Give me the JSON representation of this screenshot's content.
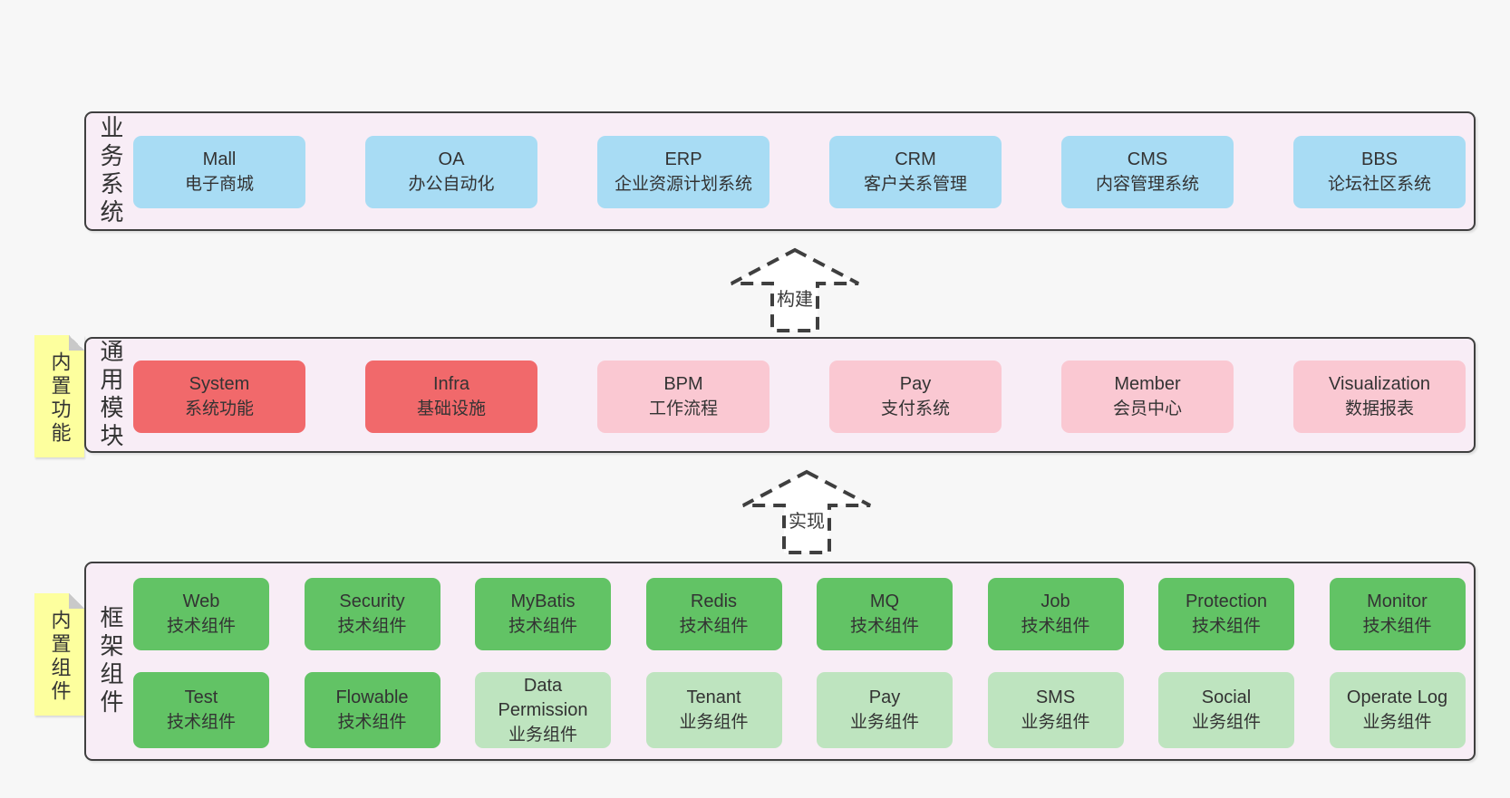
{
  "colors": {
    "pagebg": "#f7f7f7",
    "layerbg": "#f8edf6",
    "border": "#3f3f3f",
    "blue": "#a8dcf4",
    "red": "#f1696b",
    "pink": "#fac8d2",
    "green": "#62c365",
    "lightgreen": "#bee4bf",
    "note": "#fdff9e",
    "fold": "#c9c9c9"
  },
  "arrows": [
    {
      "label": "构建"
    },
    {
      "label": "实现"
    }
  ],
  "layers": [
    {
      "id": "business-systems",
      "label": "业务系统",
      "note": null,
      "rows": [
        [
          {
            "name": "Mall",
            "desc": "电子商城",
            "type": "blue"
          },
          {
            "name": "OA",
            "desc": "办公自动化",
            "type": "blue"
          },
          {
            "name": "ERP",
            "desc": "企业资源计划系统",
            "type": "blue"
          },
          {
            "name": "CRM",
            "desc": "客户关系管理",
            "type": "blue"
          },
          {
            "name": "CMS",
            "desc": "内容管理系统",
            "type": "blue"
          },
          {
            "name": "BBS",
            "desc": "论坛社区系统",
            "type": "blue"
          }
        ]
      ]
    },
    {
      "id": "common-modules",
      "label": "通用模块",
      "note": "内置功能",
      "rows": [
        [
          {
            "name": "System",
            "desc": "系统功能",
            "type": "red"
          },
          {
            "name": "Infra",
            "desc": "基础设施",
            "type": "red"
          },
          {
            "name": "BPM",
            "desc": "工作流程",
            "type": "pink"
          },
          {
            "name": "Pay",
            "desc": "支付系统",
            "type": "pink"
          },
          {
            "name": "Member",
            "desc": "会员中心",
            "type": "pink"
          },
          {
            "name": "Visualization",
            "desc": "数据报表",
            "type": "pink"
          }
        ]
      ]
    },
    {
      "id": "framework-components",
      "label": "框架组件",
      "note": "内置组件",
      "rows": [
        [
          {
            "name": "Web",
            "desc": "技术组件",
            "type": "green"
          },
          {
            "name": "Security",
            "desc": "技术组件",
            "type": "green"
          },
          {
            "name": "MyBatis",
            "desc": "技术组件",
            "type": "green"
          },
          {
            "name": "Redis",
            "desc": "技术组件",
            "type": "green"
          },
          {
            "name": "MQ",
            "desc": "技术组件",
            "type": "green"
          },
          {
            "name": "Job",
            "desc": "技术组件",
            "type": "green"
          },
          {
            "name": "Protection",
            "desc": "技术组件",
            "type": "green"
          },
          {
            "name": "Monitor",
            "desc": "技术组件",
            "type": "green"
          }
        ],
        [
          {
            "name": "Test",
            "desc": "技术组件",
            "type": "green"
          },
          {
            "name": "Flowable",
            "desc": "技术组件",
            "type": "green"
          },
          {
            "name": "Data Permission",
            "desc": "业务组件",
            "type": "lightgreen"
          },
          {
            "name": "Tenant",
            "desc": "业务组件",
            "type": "lightgreen"
          },
          {
            "name": "Pay",
            "desc": "业务组件",
            "type": "lightgreen"
          },
          {
            "name": "SMS",
            "desc": "业务组件",
            "type": "lightgreen"
          },
          {
            "name": "Social",
            "desc": "业务组件",
            "type": "lightgreen"
          },
          {
            "name": "Operate Log",
            "desc": "业务组件",
            "type": "lightgreen"
          }
        ]
      ]
    }
  ]
}
